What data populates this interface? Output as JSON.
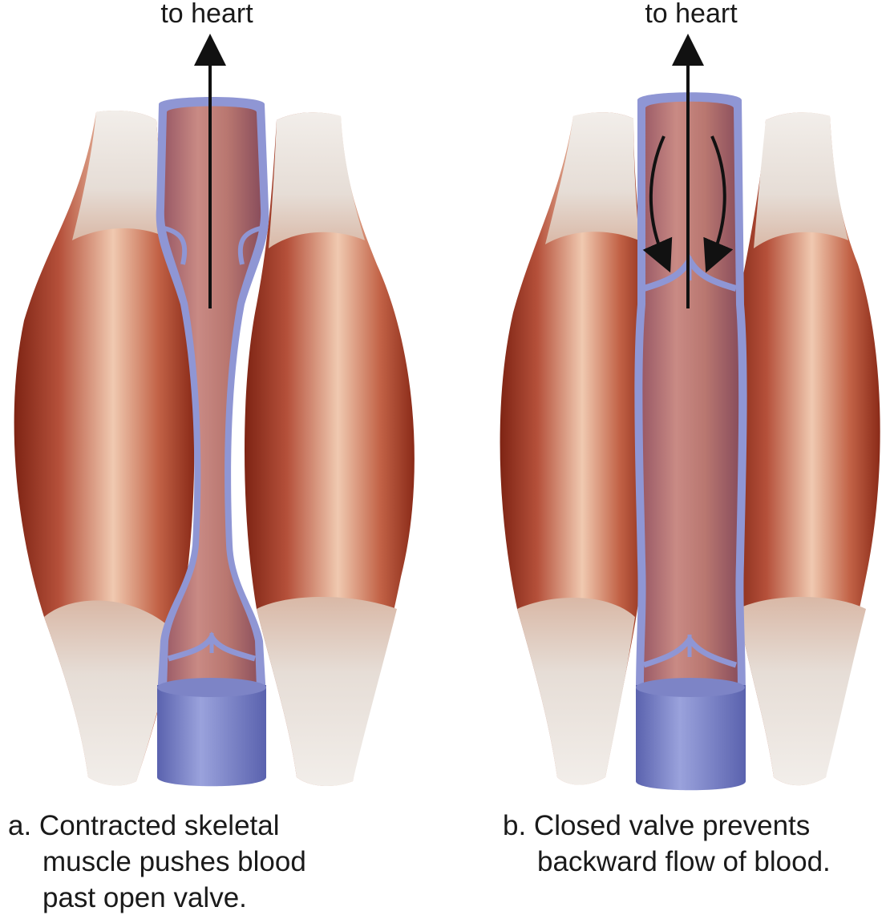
{
  "panels": [
    {
      "id": "a",
      "flow_label": "to heart",
      "caption_lines": [
        "a. Contracted skeletal",
        "muscle pushes blood",
        "past open valve."
      ]
    },
    {
      "id": "b",
      "flow_label": "to heart",
      "caption_lines": [
        "b. Closed valve prevents",
        "backward flow of blood."
      ]
    }
  ],
  "colors": {
    "muscle_dark": "#9c2f1e",
    "muscle_mid": "#c96a4a",
    "muscle_light": "#e8b79c",
    "tendon": "#ece8e4",
    "vein_wall": "#8f96d4",
    "vein_inner": "#b86f6e",
    "vein_cut": "#6f76c0",
    "arrow": "#111111"
  }
}
